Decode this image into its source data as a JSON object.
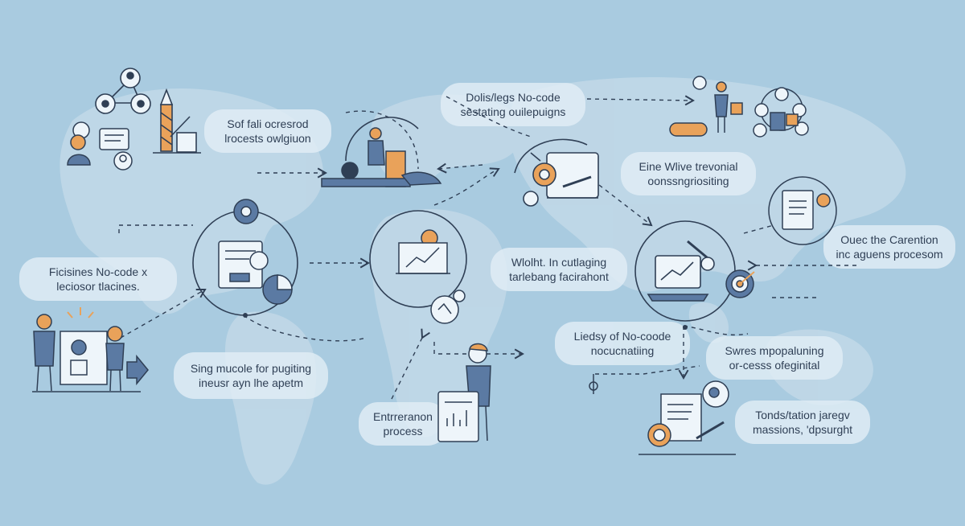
{
  "colors": {
    "background": "#a9cbe0",
    "map_land": "#c3dae9",
    "line": "#2f3f55",
    "accent_orange": "#e9a25a",
    "figure_blue": "#5b7aa3",
    "card_fill": "#eef5fa"
  },
  "labels": {
    "top_left": {
      "line1": "Sof fali ocresrod",
      "line2": "lrocests owlgiuon"
    },
    "top_center": {
      "line1": "Dolis/legs No-code",
      "line2": "sestating ouilepuigns"
    },
    "right_upper": {
      "line1": "Eine Wlive trevonial",
      "line2": "oonssngriositing"
    },
    "far_right": {
      "line1": "Ouec the Carention",
      "line2": "inc aguens procesom"
    },
    "left_middle": {
      "line1": "Ficisines No-code x",
      "line2": "leciosor tlacines."
    },
    "center": {
      "line1": "Wlolht. In cutlaging",
      "line2": "tarlebang facirahont"
    },
    "center_lower": {
      "line1": "Liedsy of No-coode",
      "line2": "nocucnatiing"
    },
    "right_lower": {
      "line1": "Swres mpopaluning",
      "line2": "or-cesss ofeginital"
    },
    "bottom_left": {
      "line1": "Sing mucole for pugiting",
      "line2": "ineusr ayn lhe apetm"
    },
    "bottom_center": {
      "line1": "Entrreranon",
      "line2": "process"
    },
    "bottom_right": {
      "line1": "Tonds/tation jaregv",
      "line2": "massions, 'dpsurght"
    }
  },
  "icons": [
    "network-nodes-icon",
    "crane-tower-icon",
    "people-chat-icon",
    "worker-machine-icon",
    "tablet-tools-icon",
    "person-gears-icon",
    "cloud-lock-icon",
    "document-gear-icon",
    "chart-presentation-icon",
    "laptop-chart-icon",
    "target-gear-icon",
    "team-board-icon",
    "worker-tablet-icon",
    "document-user-icon"
  ]
}
